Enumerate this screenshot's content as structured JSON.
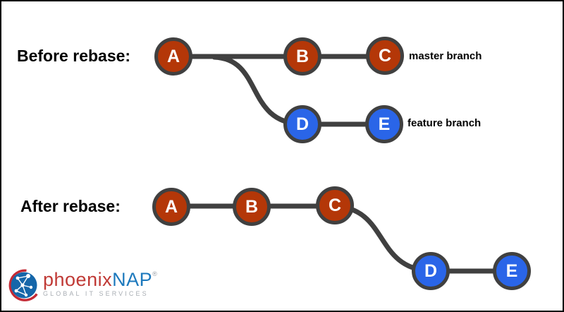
{
  "sections": {
    "before": {
      "title": "Before rebase:"
    },
    "after": {
      "title": "After rebase:"
    }
  },
  "before": {
    "nodes": [
      {
        "label": "A",
        "branch": "master"
      },
      {
        "label": "B",
        "branch": "master"
      },
      {
        "label": "C",
        "branch": "master"
      },
      {
        "label": "D",
        "branch": "feature"
      },
      {
        "label": "E",
        "branch": "feature"
      }
    ],
    "master_label": "master branch",
    "feature_label": "feature branch"
  },
  "after": {
    "nodes": [
      {
        "label": "A",
        "branch": "master"
      },
      {
        "label": "B",
        "branch": "master"
      },
      {
        "label": "C",
        "branch": "master"
      },
      {
        "label": "D",
        "branch": "feature"
      },
      {
        "label": "E",
        "branch": "feature"
      }
    ]
  },
  "colors": {
    "master_node": "#b43708",
    "feature_node": "#2a65e8",
    "connector": "#404040",
    "logo_red": "#c03a36",
    "logo_blue": "#1d79bd",
    "tagline_gray": "#a9aeb4"
  },
  "logo": {
    "brand_part1": "phoenix",
    "brand_part2": "NAP",
    "trademark": "®",
    "tagline": "GLOBAL IT SERVICES"
  }
}
